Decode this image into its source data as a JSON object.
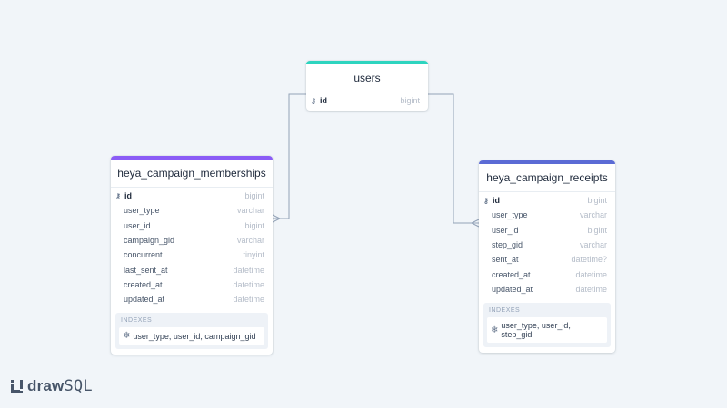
{
  "colors": {
    "background": "#f1f5f9",
    "users_accent": "#2dd4bf",
    "memberships_accent": "#8b5cf6",
    "receipts_accent": "#5b6bd5",
    "connector": "#94a3b8"
  },
  "tables": {
    "users": {
      "name": "users",
      "columns": [
        {
          "name": "id",
          "type": "bigint",
          "pk": true
        }
      ]
    },
    "memberships": {
      "name": "heya_campaign_memberships",
      "columns": [
        {
          "name": "id",
          "type": "bigint",
          "pk": true
        },
        {
          "name": "user_type",
          "type": "varchar"
        },
        {
          "name": "user_id",
          "type": "bigint"
        },
        {
          "name": "campaign_gid",
          "type": "varchar"
        },
        {
          "name": "concurrent",
          "type": "tinyint"
        },
        {
          "name": "last_sent_at",
          "type": "datetime"
        },
        {
          "name": "created_at",
          "type": "datetime"
        },
        {
          "name": "updated_at",
          "type": "datetime"
        }
      ],
      "indexes_label": "INDEXES",
      "indexes": [
        "user_type, user_id, campaign_gid"
      ]
    },
    "receipts": {
      "name": "heya_campaign_receipts",
      "columns": [
        {
          "name": "id",
          "type": "bigint",
          "pk": true
        },
        {
          "name": "user_type",
          "type": "varchar"
        },
        {
          "name": "user_id",
          "type": "bigint"
        },
        {
          "name": "step_gid",
          "type": "varchar"
        },
        {
          "name": "sent_at",
          "type": "datetime?"
        },
        {
          "name": "created_at",
          "type": "datetime"
        },
        {
          "name": "updated_at",
          "type": "datetime"
        }
      ],
      "indexes_label": "INDEXES",
      "indexes": [
        "user_type, user_id, step_gid"
      ]
    }
  },
  "relations": [
    {
      "from": "users.id",
      "to": "heya_campaign_memberships.user_id"
    },
    {
      "from": "users.id",
      "to": "heya_campaign_receipts.user_id"
    }
  ],
  "logo": {
    "part1": "draw",
    "part2": "SQL"
  }
}
